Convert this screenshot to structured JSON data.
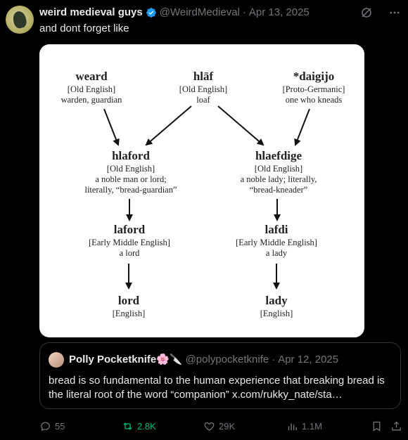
{
  "tweet": {
    "author_name": "weird medieval guys",
    "handle": "@WeirdMedieval",
    "separator": "·",
    "date": "Apr 13, 2025",
    "text": "and dont forget like"
  },
  "diagram": {
    "nodes": {
      "weard": {
        "word": "weard",
        "lines": [
          "[Old English]",
          "warden, guardian"
        ]
      },
      "hlaf": {
        "word": "hlāf",
        "lines": [
          "[Old English]",
          "loaf"
        ]
      },
      "daigijo": {
        "word": "*daigijo",
        "lines": [
          "[Proto-Germanic]",
          "one who kneads"
        ]
      },
      "hlaford": {
        "word": "hlaford",
        "lines": [
          "[Old English]",
          "a noble man or lord;",
          "literally, “bread-guardian”"
        ]
      },
      "hlaefdige": {
        "word": "hlaefdige",
        "lines": [
          "[Old English]",
          "a noble lady; literally,",
          "“bread-kneader”"
        ]
      },
      "laford": {
        "word": "laford",
        "lines": [
          "[Early Middle English]",
          "a lord"
        ]
      },
      "lafdi": {
        "word": "lafdi",
        "lines": [
          "[Early Middle English]",
          "a lady"
        ]
      },
      "lord": {
        "word": "lord",
        "lines": [
          "[English]"
        ]
      },
      "lady": {
        "word": "lady",
        "lines": [
          "[English]"
        ]
      }
    }
  },
  "quote": {
    "author_name": "Polly Pocketknife🌸🔪",
    "handle": "@polypocketknife",
    "separator": "·",
    "date": "Apr 12, 2025",
    "text": "bread is so fundamental to the human experience that breaking bread is the literal root of the word “companion” x.com/rukky_nate/sta…"
  },
  "actions": {
    "replies": "55",
    "reposts": "2.8K",
    "likes": "29K",
    "views": "1.1M"
  },
  "colors": {
    "background": "#000000",
    "text": "#e7e9ea",
    "muted": "#71767b",
    "verified": "#1d9bf0",
    "repost_active": "#00ba7c"
  }
}
